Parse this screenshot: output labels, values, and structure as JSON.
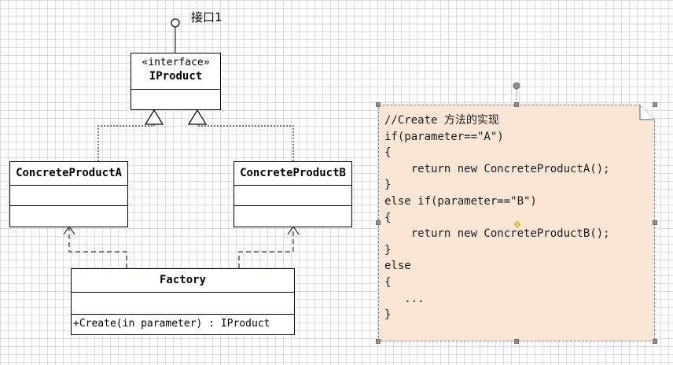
{
  "interface_label": "接口1",
  "iproduct": {
    "stereotype": "«interface»",
    "name": "IProduct"
  },
  "concrete_a": {
    "name": "ConcreteProductA"
  },
  "concrete_b": {
    "name": "ConcreteProductB"
  },
  "factory": {
    "name": "Factory",
    "operation": "+Create(in parameter) : IProduct"
  },
  "note": {
    "lines": [
      "//Create 方法的实现",
      "if(parameter==\"A\")",
      "{",
      "    return new ConcreteProductA();",
      "}",
      "else if(parameter==\"B\")",
      "{",
      "    return new ConcreteProductB();",
      "}",
      "else",
      "{",
      "   ...",
      "}"
    ],
    "fill_color": "#fbe6d6",
    "border_color": "#4a90c8"
  }
}
